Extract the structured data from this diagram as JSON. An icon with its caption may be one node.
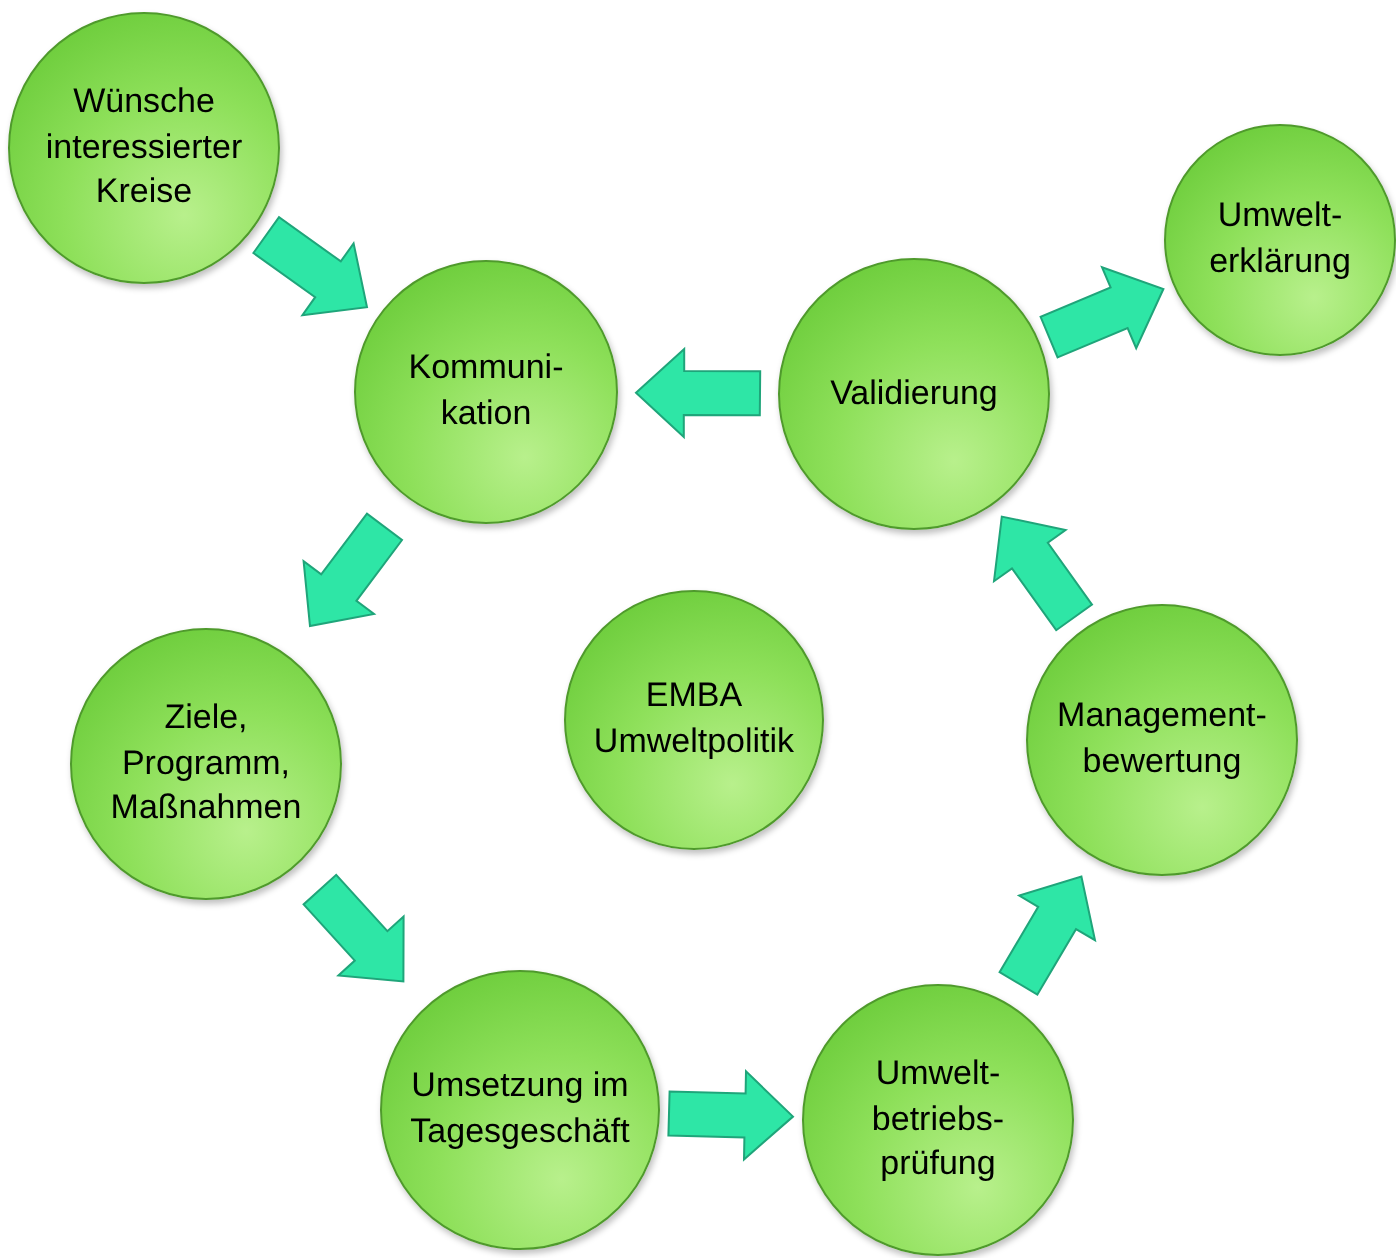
{
  "diagram": {
    "nodes": [
      {
        "text": [
          "Wünsche interessierter Kreise"
        ]
      },
      {
        "text": [
          "Kommuni- kation"
        ]
      },
      {
        "text": [
          "Validierung"
        ]
      },
      {
        "text": [
          "Umwelt- erklärung"
        ]
      },
      {
        "text": [
          "Ziele, Programm, Maßnahmen"
        ]
      },
      {
        "text": [
          "EMBA Umweltpolitik"
        ]
      },
      {
        "text": [
          "Management- bewertung"
        ]
      },
      {
        "text": [
          "Umsetzung im Tagesgeschäft"
        ]
      },
      {
        "text": [
          "Umwelt- betriebs- prüfung"
        ]
      }
    ],
    "edges": [
      {
        "from": 0,
        "to": 1,
        "arrow": "to"
      },
      {
        "from": 2,
        "to": 1,
        "arrow": "to"
      },
      {
        "from": 2,
        "to": 3,
        "arrow": "to"
      },
      {
        "from": 1,
        "to": 4,
        "arrow": "to"
      },
      {
        "from": 4,
        "to": 7,
        "arrow": "to"
      },
      {
        "from": 7,
        "to": 8,
        "arrow": "to"
      },
      {
        "from": 8,
        "to": 6,
        "arrow": "to"
      },
      {
        "from": 6,
        "to": 2,
        "arrow": "to"
      }
    ]
  }
}
